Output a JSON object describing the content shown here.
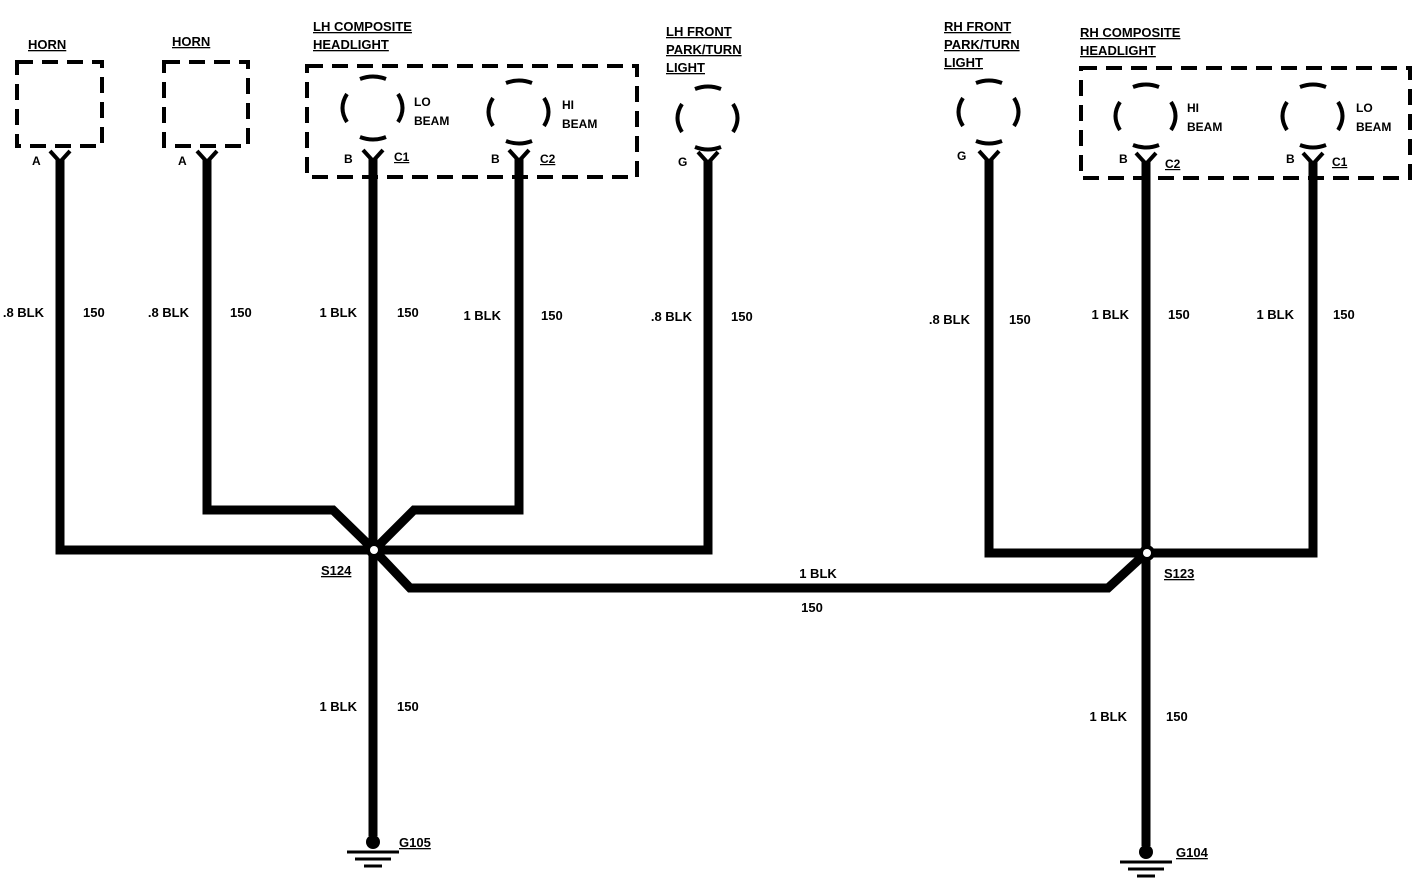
{
  "components": {
    "horn_1": {
      "title": "HORN",
      "pin": "A"
    },
    "horn_2": {
      "title": "HORN",
      "pin": "A"
    },
    "lh_headlight": {
      "title_line1": "LH COMPOSITE",
      "title_line2": "HEADLIGHT",
      "lo_beam": {
        "label_line1": "LO",
        "label_line2": "BEAM",
        "pin": "B",
        "connector": "C1"
      },
      "hi_beam": {
        "label_line1": "HI",
        "label_line2": "BEAM",
        "pin": "B",
        "connector": "C2"
      }
    },
    "lh_park": {
      "title_line1": "LH FRONT",
      "title_line2": "PARK/TURN",
      "title_line3": "LIGHT",
      "pin": "G"
    },
    "rh_park": {
      "title_line1": "RH FRONT",
      "title_line2": "PARK/TURN",
      "title_line3": "LIGHT",
      "pin": "G"
    },
    "rh_headlight": {
      "title_line1": "RH COMPOSITE",
      "title_line2": "HEADLIGHT",
      "hi_beam": {
        "label_line1": "HI",
        "label_line2": "BEAM",
        "pin": "B",
        "connector": "C2"
      },
      "lo_beam": {
        "label_line1": "LO",
        "label_line2": "BEAM",
        "pin": "B",
        "connector": "C1"
      }
    }
  },
  "wires": {
    "horn_1": {
      "gauge_color": ".8 BLK",
      "circuit": "150"
    },
    "horn_2": {
      "gauge_color": ".8 BLK",
      "circuit": "150"
    },
    "lh_lo": {
      "gauge_color": "1 BLK",
      "circuit": "150"
    },
    "lh_hi": {
      "gauge_color": "1 BLK",
      "circuit": "150"
    },
    "lh_park": {
      "gauge_color": ".8 BLK",
      "circuit": "150"
    },
    "rh_park": {
      "gauge_color": ".8 BLK",
      "circuit": "150"
    },
    "rh_hi": {
      "gauge_color": "1 BLK",
      "circuit": "150"
    },
    "rh_lo": {
      "gauge_color": "1 BLK",
      "circuit": "150"
    },
    "crossover": {
      "gauge_color": "1 BLK",
      "circuit": "150"
    },
    "lh_ground": {
      "gauge_color": "1 BLK",
      "circuit": "150"
    },
    "rh_ground": {
      "gauge_color": "1 BLK",
      "circuit": "150"
    }
  },
  "splices": {
    "left": "S124",
    "right": "S123"
  },
  "grounds": {
    "left": "G105",
    "right": "G104"
  }
}
